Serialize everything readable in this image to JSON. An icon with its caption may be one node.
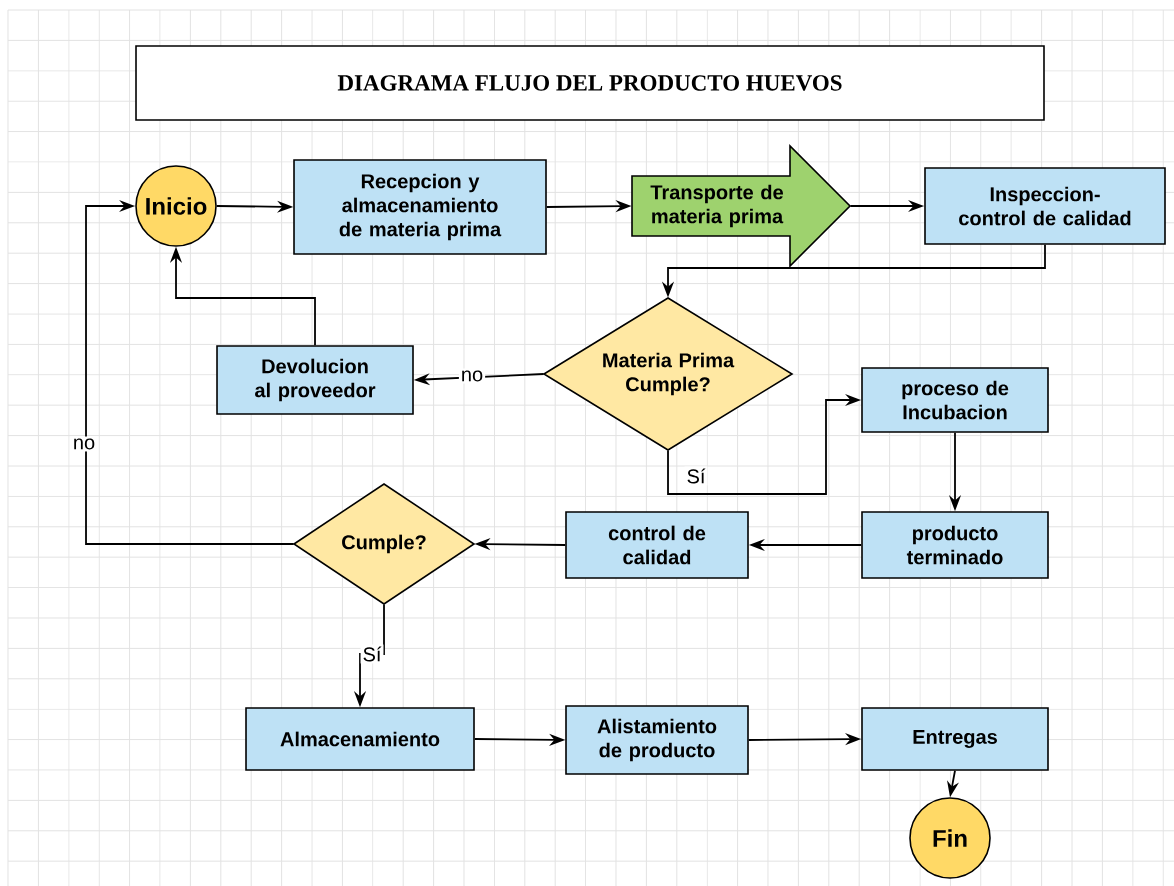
{
  "diagram": {
    "title": "DIAGRAMA FLUJO DEL PRODUCTO HUEVOS",
    "nodes": [
      {
        "text": [
          "Inicio"
        ]
      },
      {
        "text": [
          "Recepcion y almacenamiento de materia prima"
        ]
      },
      {
        "text": [
          "Transporte de materia prima"
        ]
      },
      {
        "text": [
          "Inspeccion-control de calidad"
        ]
      },
      {
        "text": [
          "Materia Prima Cumple?"
        ]
      },
      {
        "text": [
          "Devolucion al proveedor"
        ]
      },
      {
        "text": [
          "proceso de Incubacion"
        ]
      },
      {
        "text": [
          "producto terminado"
        ]
      },
      {
        "text": [
          "control de calidad"
        ]
      },
      {
        "text": [
          "Cumple?"
        ]
      },
      {
        "text": [
          "Almacenamiento"
        ]
      },
      {
        "text": [
          "Alistamiento de producto"
        ]
      },
      {
        "text": [
          "Entregas"
        ]
      },
      {
        "text": [
          "Fin"
        ]
      }
    ],
    "edges": [
      {
        "from": 0,
        "to": 1,
        "arrow": "to"
      },
      {
        "from": 1,
        "to": 2,
        "arrow": "to"
      },
      {
        "from": 2,
        "to": 3,
        "arrow": "to"
      },
      {
        "from": 3,
        "to": 4,
        "arrow": "to"
      },
      {
        "from": 4,
        "to": 5,
        "arrow": "to",
        "label": "no"
      },
      {
        "from": 4,
        "to": 6,
        "arrow": "to",
        "label": "Sí"
      },
      {
        "from": 5,
        "to": 0,
        "arrow": "to"
      },
      {
        "from": 6,
        "to": 7,
        "arrow": "to"
      },
      {
        "from": 7,
        "to": 8,
        "arrow": "to"
      },
      {
        "from": 8,
        "to": 9,
        "arrow": "to"
      },
      {
        "from": 9,
        "to": 0,
        "arrow": "to",
        "label": "no"
      },
      {
        "from": 9,
        "to": 10,
        "arrow": "to",
        "label": "Sí"
      },
      {
        "from": 10,
        "to": 11,
        "arrow": "to"
      },
      {
        "from": 11,
        "to": 12,
        "arrow": "to"
      },
      {
        "from": 12,
        "to": 13,
        "arrow": "to"
      }
    ]
  }
}
